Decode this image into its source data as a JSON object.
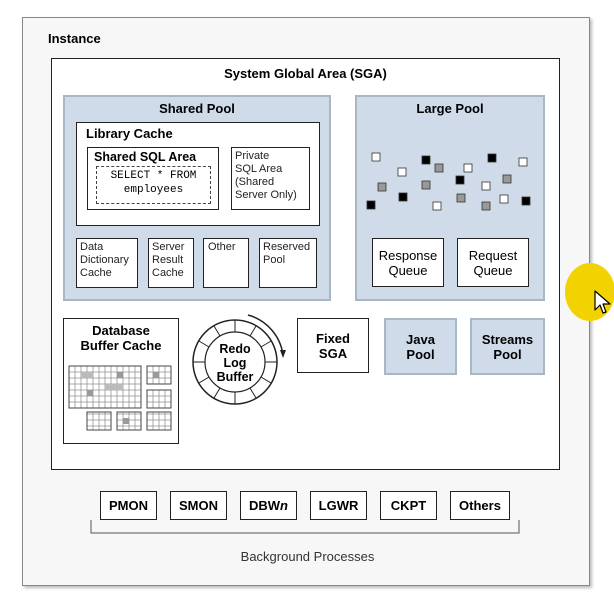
{
  "instance": {
    "title": "Instance"
  },
  "sga": {
    "title": "System Global Area (SGA)",
    "shared_pool": {
      "title": "Shared Pool",
      "library_cache": {
        "title": "Library Cache",
        "shared_sql_area": {
          "title": "Shared SQL Area",
          "sql_line1": "SELECT * FROM",
          "sql_line2": "employees"
        },
        "private_sql_area": {
          "line1": "Private",
          "line2": "SQL Area",
          "line3": "(Shared",
          "line4": "Server Only)"
        }
      },
      "data_dictionary_cache": {
        "line1": "Data",
        "line2": "Dictionary",
        "line3": "Cache"
      },
      "server_result_cache": {
        "line1": "Server",
        "line2": "Result",
        "line3": "Cache"
      },
      "other": "Other",
      "reserved_pool": {
        "line1": "Reserved",
        "line2": "Pool"
      }
    },
    "large_pool": {
      "title": "Large Pool",
      "response_queue": {
        "line1": "Response",
        "line2": "Queue"
      },
      "request_queue": {
        "line1": "Request",
        "line2": "Queue"
      }
    },
    "database_buffer_cache": {
      "line1": "Database",
      "line2": "Buffer Cache"
    },
    "redo_log_buffer": {
      "line1": "Redo",
      "line2": "Log",
      "line3": "Buffer"
    },
    "fixed_sga": {
      "line1": "Fixed",
      "line2": "SGA"
    },
    "java_pool": {
      "line1": "Java",
      "line2": "Pool"
    },
    "streams_pool": {
      "line1": "Streams",
      "line2": "Pool"
    }
  },
  "background": {
    "processes": [
      {
        "label": "PMON"
      },
      {
        "label": "SMON"
      },
      {
        "label_prefix": "DBW",
        "label_suffix": "n"
      },
      {
        "label": "LGWR"
      },
      {
        "label": "CKPT"
      },
      {
        "label": "Others"
      }
    ],
    "caption": "Background Processes"
  },
  "colors": {
    "pool_fill": "#cfdbe8",
    "cursor_highlight": "#f2d200"
  },
  "icons": [
    "mouse-cursor-icon"
  ]
}
